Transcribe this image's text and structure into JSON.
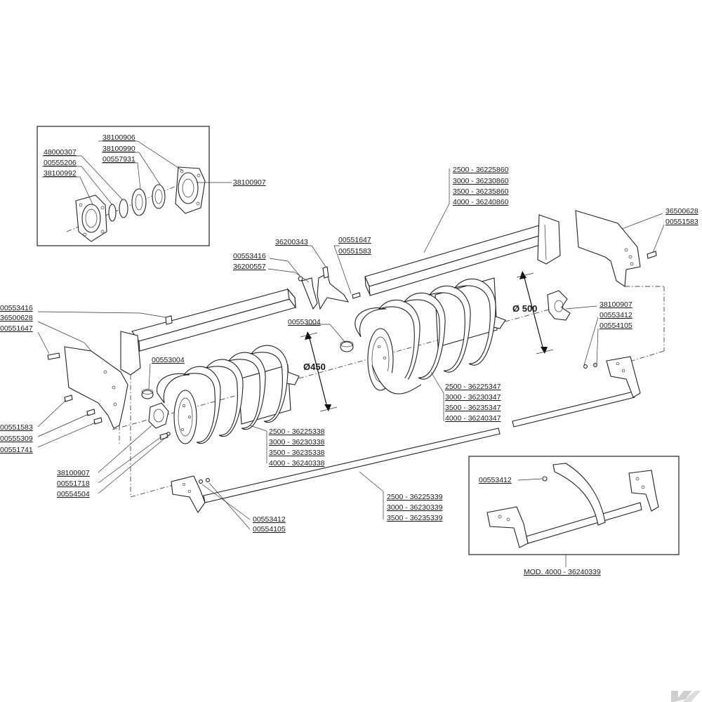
{
  "labels": {
    "inset_bearing": {
      "l_38100906": "38100906",
      "l_38100990": "38100990",
      "l_00557931": "00557931",
      "l_48000307": "48000307",
      "l_00555206": "00555206",
      "l_38100992": "38100992",
      "l_38100907": "38100907"
    },
    "upper_tube": {
      "l1": "2500 - 36225860",
      "l2": "3000 - 36230860",
      "l3": "3500 - 36235860",
      "l4": "4000 - 36240860"
    },
    "right_plate": {
      "l_36500628": "36500628",
      "l_00551583": "00551583"
    },
    "center_bracket": {
      "l_36200343": "36200343",
      "l_00551647": "00551647",
      "l_00551583": "00551583",
      "l_00553416": "00553416",
      "l_36200557": "36200557"
    },
    "left_plate": {
      "l_00553416": "00553416",
      "l_36500628": "36500628",
      "l_00551647": "00551647"
    },
    "bushing_right": "00553004",
    "bushing_left": "00553004",
    "right_bearing": {
      "l_38100907": "38100907",
      "l_00553412": "00553412",
      "l_00554105": "00554105"
    },
    "large_spiral": {
      "l1": "2500 - 36225347",
      "l2": "3000 - 36230347",
      "l3": "3500 - 36235347",
      "l4": "4000 - 36240347"
    },
    "small_spiral": {
      "l1": "2500 - 36225338",
      "l2": "3000 - 36230338",
      "l3": "3500 - 36235338",
      "l4": "4000 - 36240338"
    },
    "left_screws": {
      "l_00551583": "00551583",
      "l_00555309": "00555309",
      "l_00551741": "00551741"
    },
    "left_bearing": {
      "l_38100907": "38100907",
      "l_00551718": "00551718",
      "l_00554504": "00554504"
    },
    "lower_bar": {
      "l1": "2500 - 36225339",
      "l2": "3000 - 36230339",
      "l3": "3500 - 36235339"
    },
    "lower_nuts": {
      "l_00553412": "00553412",
      "l_00554105": "00554105"
    },
    "inset_mod": {
      "l_00553412": "00553412",
      "caption": "MOD. 4000 - 36240339"
    }
  },
  "dimensions": {
    "large": "Ø 500",
    "small": "Ø450"
  },
  "icons": {
    "watermark": "k-logo-icon"
  }
}
